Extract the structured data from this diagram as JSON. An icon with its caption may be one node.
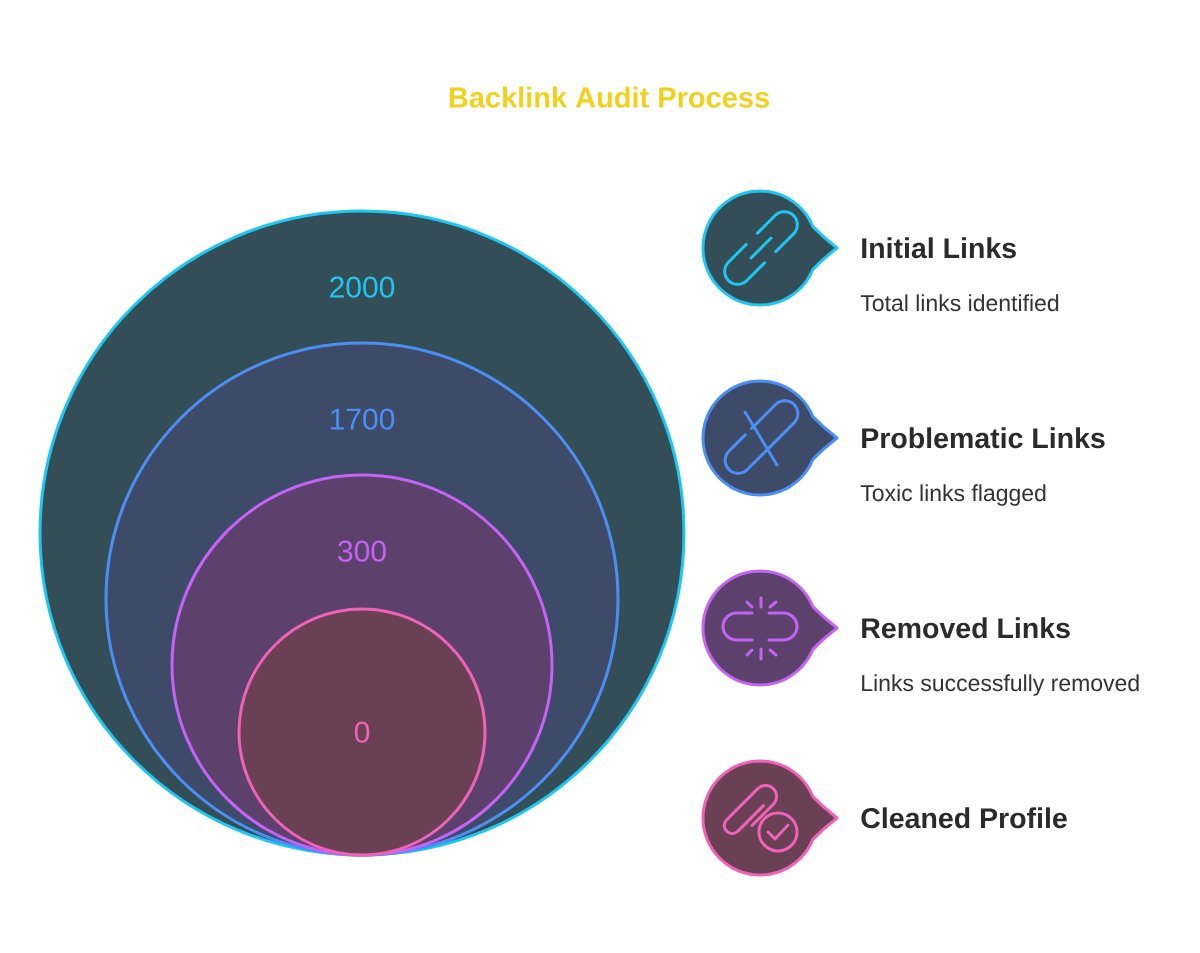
{
  "diagram": {
    "title": "Backlink Audit Process",
    "nodes": [
      {
        "text": [
          "2000"
        ]
      },
      {
        "text": [
          "1700"
        ],
        "in": 0
      },
      {
        "text": [
          "300"
        ],
        "in": 1
      },
      {
        "text": [
          "0"
        ],
        "in": 2
      },
      {
        "text": [
          "Initial Links",
          "Total links identified"
        ]
      },
      {
        "text": [
          "Problematic Links",
          "Toxic links flagged"
        ]
      },
      {
        "text": [
          "Removed Links",
          "Links successfully removed"
        ]
      },
      {
        "text": [
          "Cleaned Profile"
        ]
      }
    ]
  }
}
